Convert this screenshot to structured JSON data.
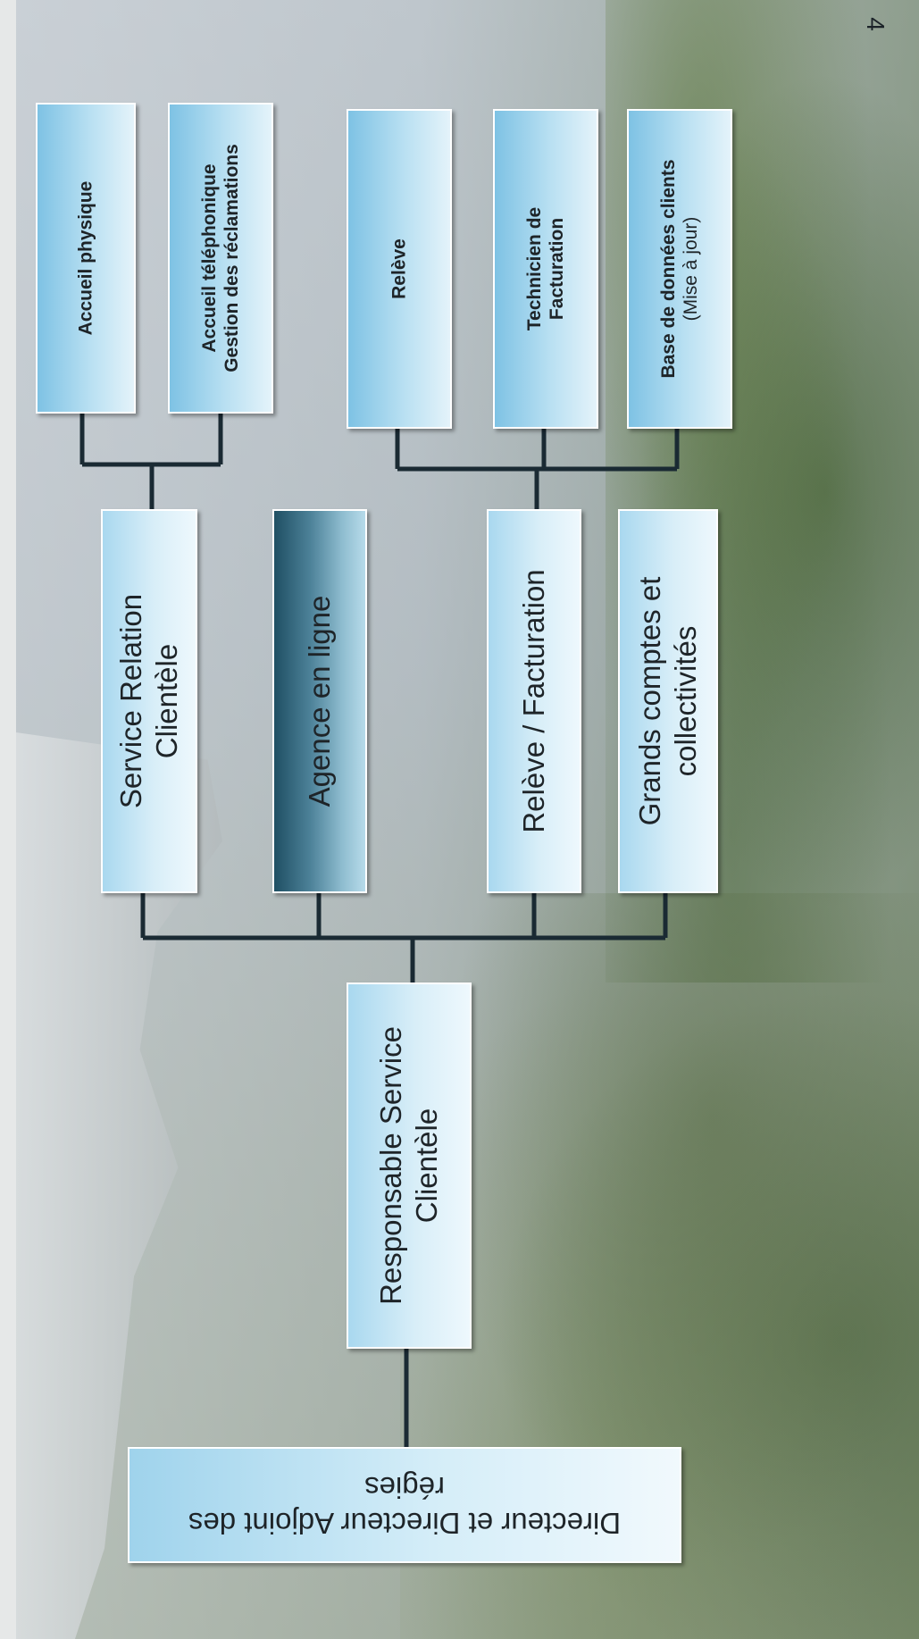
{
  "page_number": "4",
  "org_chart": {
    "top": "Directeur et Directeur Adjoint des régies",
    "root": "Responsable Service Clientèle",
    "departments": [
      "Service Relation Clientèle",
      "Agence en ligne",
      "Relève / Facturation",
      "Grands comptes et collectivités"
    ],
    "relation_units": [
      "Accueil physique",
      "Accueil téléphonique",
      "Gestion des réclamations"
    ],
    "releve_units": {
      "releve": "Relève",
      "technicien_line1": "Technicien de",
      "technicien_line2": "Facturation",
      "base_line1": "Base de données clients",
      "base_line2": "(Mise à jour)"
    }
  },
  "colors": {
    "line": "#1a2a33",
    "box_light": "#d8eef8",
    "box_dark": "#1f4f63"
  }
}
